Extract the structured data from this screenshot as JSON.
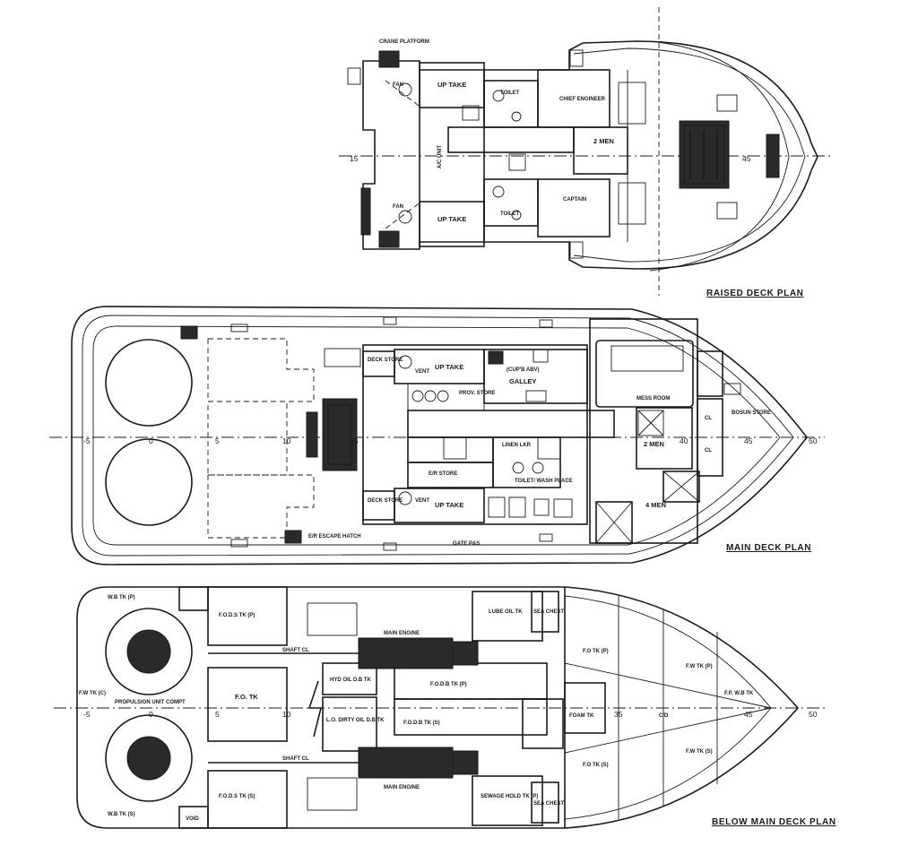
{
  "plans": {
    "raised": {
      "title": "RAISED DECK PLAN",
      "rooms": {
        "crane_platform": "CRANE PLATFORM",
        "uptake_top": "UP TAKE",
        "uptake_bottom": "UP TAKE",
        "toilet_top": "TOILET",
        "toilet_bottom": "TOILET",
        "chief_engineer": "CHIEF ENGINEER",
        "two_men": "2 MEN",
        "captain": "CAPTAIN",
        "ac_unit": "A/C UNIT",
        "fan_top": "FAN",
        "fan_bottom": "FAN"
      },
      "frames": [
        "15",
        "45"
      ]
    },
    "main": {
      "title": "MAIN DECK PLAN",
      "rooms": {
        "deck_store_top": "DECK STORE",
        "deck_store_bottom": "DECK STORE",
        "uptake_top": "UP TAKE",
        "uptake_bottom": "UP TAKE",
        "galley": "GALLEY",
        "prov_store": "PROV. STORE",
        "mess_room": "MESS ROOM",
        "bosun_store": "BOSUN STORE",
        "two_men": "2 MEN",
        "four_men": "4 MEN",
        "linen_lkr": "LINEN LKR",
        "er_store": "E/R STORE",
        "toilet_wash": "TOILET/ WASH PLACE",
        "escape_hatch": "E/R ESCAPE HATCH",
        "gate": "GATE P&S",
        "vent_top": "VENT",
        "vent_bottom": "VENT",
        "cl_top": "CL",
        "cl_bottom": "CL",
        "cup_abv": "(CUP'B ABV)"
      },
      "frames": [
        "-5",
        "0",
        "5",
        "10",
        "15",
        "40",
        "45",
        "50"
      ]
    },
    "below": {
      "title": "BELOW MAIN DECK PLAN",
      "rooms": {
        "wb_tk_p": "W.B TK (P)",
        "wb_tk_s": "W.B TK (S)",
        "fw_tk_c": "F.W TK (C)",
        "propulsion": "PROPULSION UNIT COMPT",
        "fods_p": "F.O.D.S TK (P)",
        "fods_s": "F.O.D.S TK (S)",
        "fo_tk": "F.O. TK",
        "shaft_top": "SHAFT CL",
        "shaft_bottom": "SHAFT CL",
        "main_engine_top": "MAIN ENGINE",
        "main_engine_bottom": "MAIN ENGINE",
        "hyd_oil": "HYD OIL D.B TK",
        "dirty_oil": "L.O. DIRTY OIL D.B TK",
        "fodb_p": "F.O.D.B TK (P)",
        "fodb_s": "F.O.D.B TK (S)",
        "lube_oil": "LUBE OIL TK",
        "sea_chest_top": "SEA CHEST",
        "sea_chest_bottom": "SEA CHEST",
        "foam_tk": "FOAM TK",
        "fo_tk_p": "F.O TK (P)",
        "fo_tk_s": "F.O TK (S)",
        "fw_p": "F.W TK (P)",
        "fw_s": "F.W TK (S)",
        "fp_wb": "F.P. W.B TK",
        "sewage": "SEWAGE HOLD TK (P)",
        "void": "VOID",
        "cd": "C/D"
      },
      "frames": [
        "-5",
        "0",
        "5",
        "10",
        "35",
        "45",
        "50"
      ]
    }
  }
}
